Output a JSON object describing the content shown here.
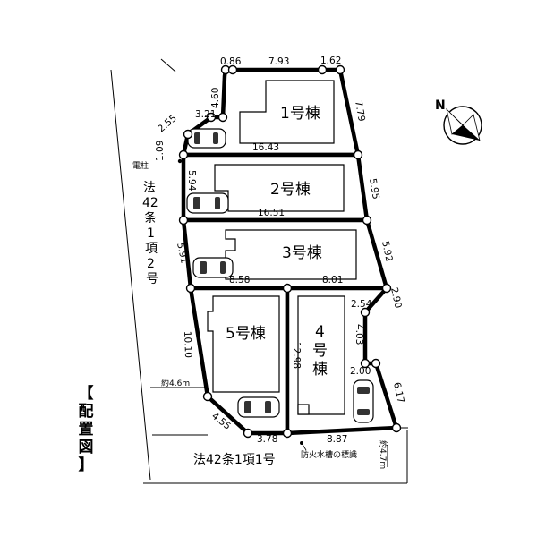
{
  "title": {
    "text": "【配置図】",
    "chars": [
      "【",
      "配",
      "置",
      "図",
      "】"
    ]
  },
  "houses": [
    {
      "name": "1号棟"
    },
    {
      "name": "2号棟"
    },
    {
      "name": "3号棟"
    },
    {
      "name": "4号棟",
      "chars": [
        "4",
        "号",
        "棟"
      ]
    },
    {
      "name": "5号棟"
    }
  ],
  "dimensions": {
    "d0_86": "0.86",
    "d7_93": "7.93",
    "d1_62": "1.62",
    "d4_60": "4.60",
    "d7_79": "7.79",
    "d3_21": "3.21",
    "d2_55": "2.55",
    "d1_09": "1.09",
    "d16_43": "16.43",
    "d5_94": "5.94",
    "d5_95": "5.95",
    "d16_51": "16.51",
    "d5_91": "5.91",
    "d5_92": "5.92",
    "d8_58": "8.58",
    "d8_01": "8.01",
    "d2_90": "2.90",
    "d2_54": "2.54",
    "d4_03": "4.03",
    "d2_00": "2.00",
    "d10_10": "10.10",
    "d12_98": "12.98",
    "d6_17": "6.17",
    "d4_55": "4.55",
    "d3_78": "3.78",
    "d8_87": "8.87"
  },
  "notes": {
    "utility_pole": "電柱",
    "road_width_left": "約4.6m",
    "road_width_right": "約4.7m",
    "fire_cistern": "防火水槽の標識"
  },
  "roads": {
    "west": "法42条1項2号",
    "west_chars": [
      "法",
      "42",
      "条",
      "1",
      "項",
      "2",
      "号"
    ],
    "south": "法42条1項1号"
  },
  "north": {
    "label": "N"
  }
}
